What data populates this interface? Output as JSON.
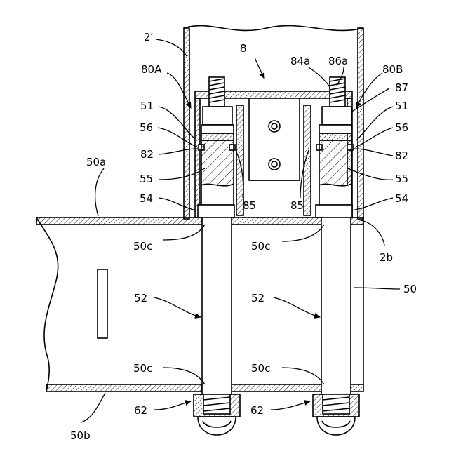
{
  "figure": {
    "labels": {
      "l_2prime": "2′",
      "l_8": "8",
      "l_84a": "84a",
      "l_86a": "86a",
      "l_80A": "80A",
      "l_80B": "80B",
      "l_87": "87",
      "l_51_left": "51",
      "l_51_right": "51",
      "l_56_left": "56",
      "l_56_right": "56",
      "l_82_left": "82",
      "l_82_right": "82",
      "l_50a": "50a",
      "l_55_left": "55",
      "l_55_right": "55",
      "l_54_left": "54",
      "l_54_right": "54",
      "l_85_left": "85",
      "l_85_right": "85",
      "l_2b": "2b",
      "l_50c_1": "50c",
      "l_50c_2": "50c",
      "l_50c_3": "50c",
      "l_50c_4": "50c",
      "l_50": "50",
      "l_52_left": "52",
      "l_52_right": "52",
      "l_62_left": "62",
      "l_62_right": "62",
      "l_50b": "50b"
    }
  }
}
